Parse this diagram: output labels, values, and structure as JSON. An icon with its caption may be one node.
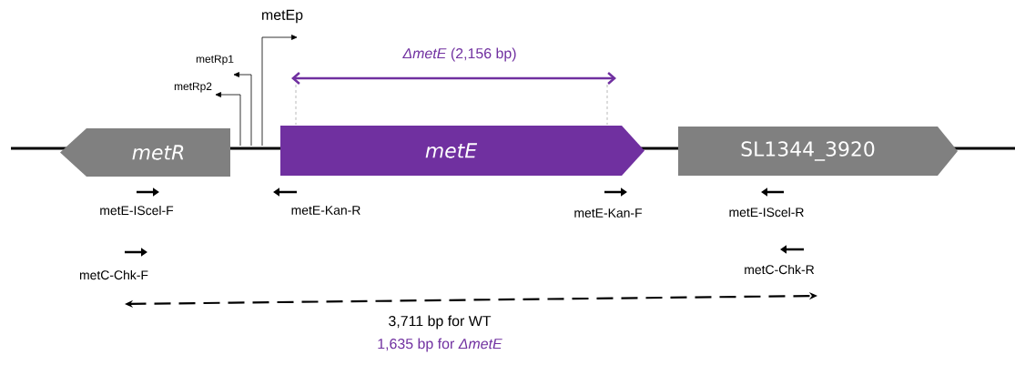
{
  "diagram": {
    "nodes": [
      {
        "text": [
          "metR"
        ]
      },
      {
        "text": [
          "metE"
        ]
      },
      {
        "text": [
          "SL1344_3920"
        ]
      }
    ],
    "labels": [
      "metEp",
      "metRp1",
      "metRp2",
      "*ΔmetE* (2,156 bp)",
      "metE-IScel-F",
      "metE-Kan-R",
      "metE-Kan-F",
      "metE-IScel-R",
      "metC-Chk-F",
      "metC-Chk-R",
      "3,711 bp for WT",
      "1,635 bp for *ΔmetE*"
    ]
  }
}
